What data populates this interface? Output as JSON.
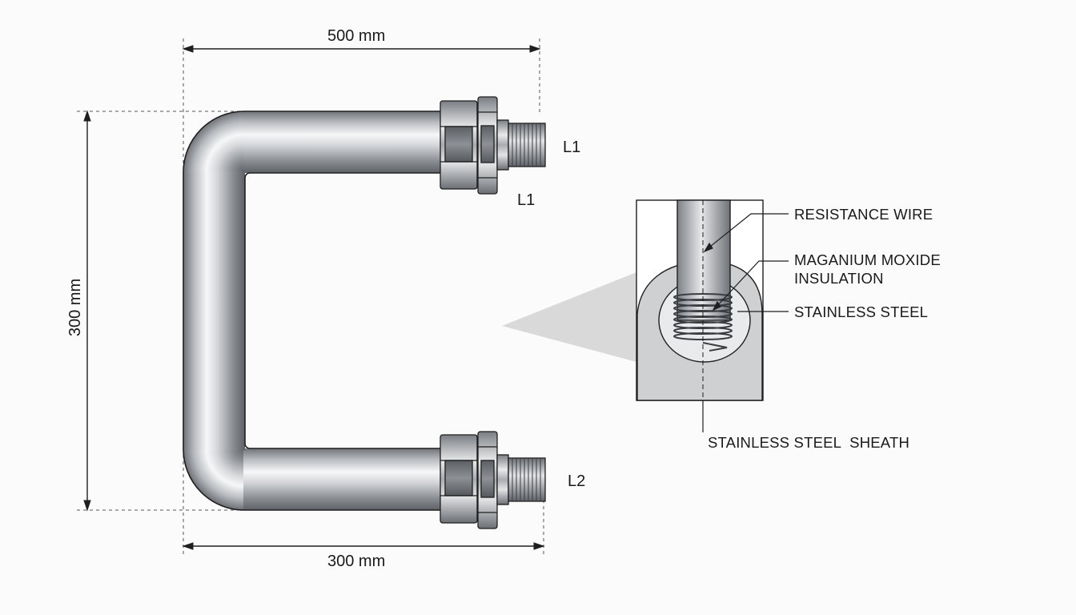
{
  "dimensions": {
    "top_width": "500 mm",
    "bottom_width": "300 mm",
    "height": "300 mm"
  },
  "terminals": {
    "upper_right": "L1",
    "upper_below": "L1",
    "lower": "L2"
  },
  "detail": {
    "callouts": {
      "resistance_wire": "RESISTANCE WIRE",
      "insulation_line1": "MAGANIUM MOXIDE",
      "insulation_line2": "INSULATION",
      "stainless_steel": "STAINLESS STEEL",
      "sheath": "STAINLESS STEEL  SHEATH"
    }
  },
  "colors": {
    "line": "#1f1f1f",
    "dashed": "#555555",
    "steel_dark": "#8a8d92",
    "steel_light": "#f4f5f6",
    "detail_fill": "#cfd0d2",
    "cone": "#d9d9d9"
  }
}
